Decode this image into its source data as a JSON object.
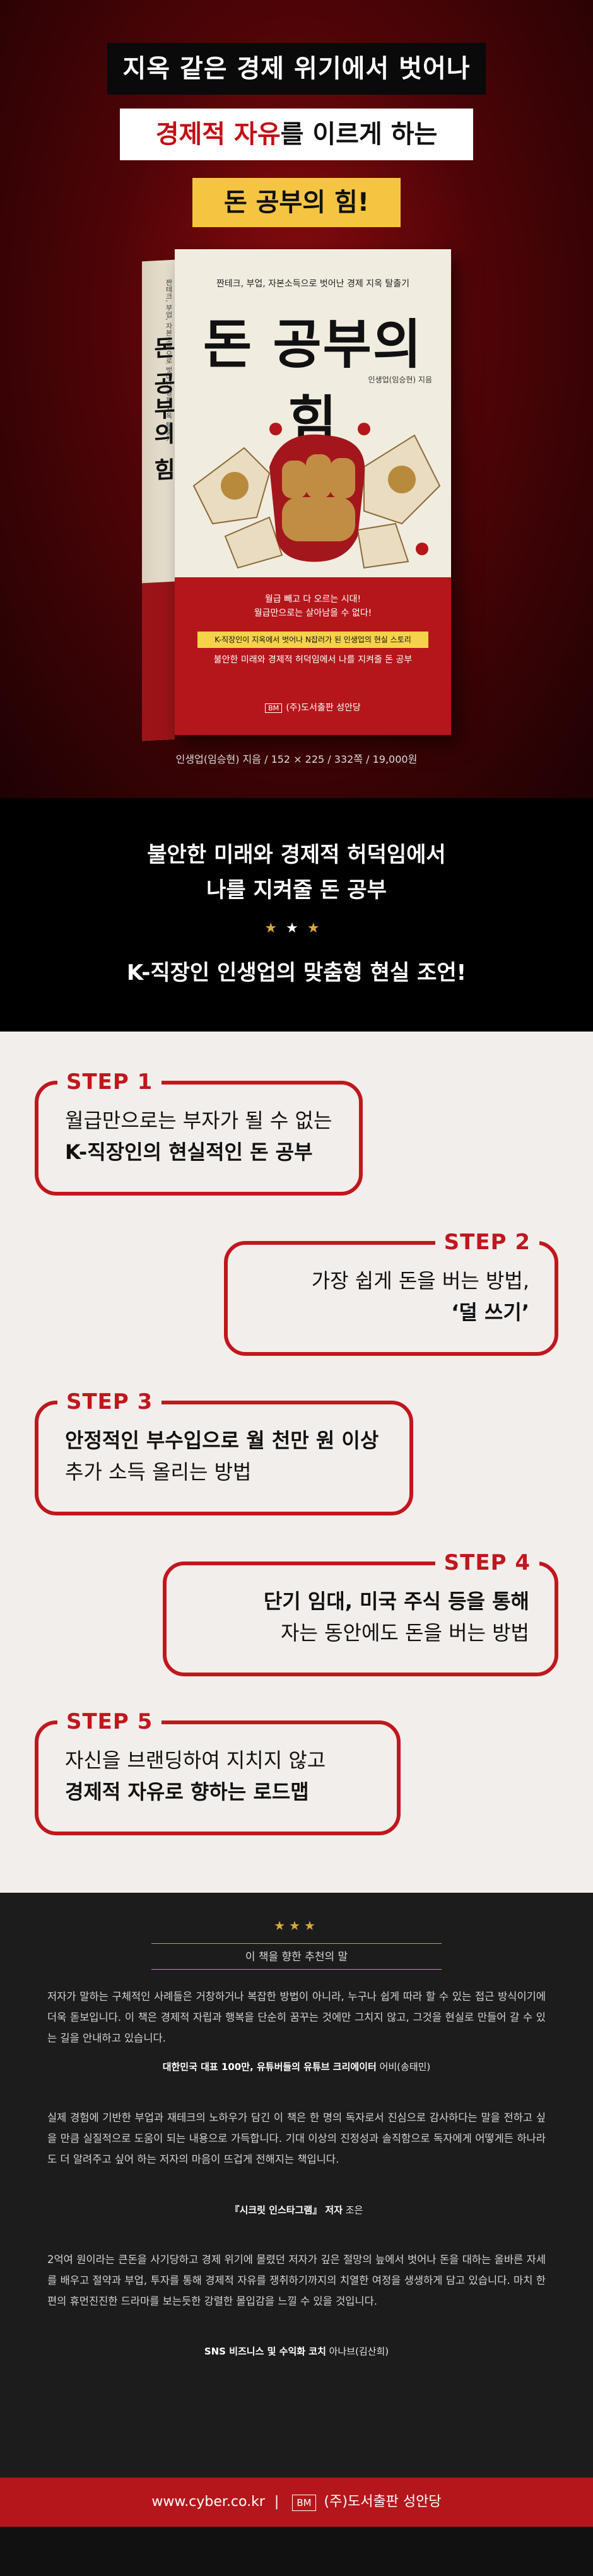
{
  "hero": {
    "banner_1": "지옥 같은 경제 위기에서 벗어나",
    "banner_2_accent": "경제적 자유",
    "banner_2_rest": "를 이르게 하는",
    "banner_3": "돈 공부의 힘!",
    "book": {
      "tagline": "짠테크, 부업, 자본소득으로 벗어난 경제 지옥 탈출기",
      "title": "돈 공부의 힘",
      "author": "인생업(임승현) 지음",
      "quote_1": "월급 빼고 다 오르는 시대!",
      "quote_2": "월급만으로는 살아남을 수 없다!",
      "band": "K-직장인이 지옥에서 벗어나 N잡러가 된 인생업의 현실 스토리",
      "desc": "불안한 미래와 경제적 허덕임에서 나를 지켜줄 돈 공부",
      "publisher_mark": "BM",
      "publisher": "(주)도서출판 성안당",
      "spine_title": "돈 공부의 힘",
      "spine_sub": "짠테크, 부업, 자본소득으로 벗어난 경제 지옥 탈출기"
    },
    "specs": "인생업(임승현) 지음 / 152 × 225 / 332쪽 / 19,000원"
  },
  "intro": {
    "line_1": "불안한 미래와 경제적 허덕임에서",
    "line_2": "나를 지켜줄 돈 공부",
    "stars": [
      "★",
      "★",
      "★"
    ],
    "subtitle": "K-직장인 인생업의 맞춤형 현실 조언!"
  },
  "steps": [
    {
      "label": "STEP 1",
      "line_1": "월급만으로는 부자가 될 수 없는",
      "line_2": "K-직장인의 현실적인 돈 공부"
    },
    {
      "label": "STEP 2",
      "line_1": "가장 쉽게 돈을 버는 방법,",
      "line_2": "‘덜 쓰기’"
    },
    {
      "label": "STEP 3",
      "line_1": "안정적인 부수입으로 월 천만 원 이상",
      "line_2": "추가 소득 올리는 방법"
    },
    {
      "label": "STEP 4",
      "line_1": "단기 임대, 미국 주식 등을 통해",
      "line_2": "자는 동안에도 돈을 버는 방법"
    },
    {
      "label": "STEP 5",
      "line_1": "자신을 브랜딩하여 지치지 않고",
      "line_2": "경제적 자유로 향하는 로드맵"
    }
  ],
  "recommendations": {
    "stars": "★★★",
    "heading": "이 책을 향한 추천의 말",
    "items": [
      {
        "text": "저자가 말하는 구체적인 사례들은 거창하거나 복잡한 방법이 아니라, 누구나 쉽게 따라 할 수 있는 접근 방식이기에 더욱 돋보입니다. 이 책은 경제적 자립과 행복을 단순히 꿈꾸는 것에만 그치지 않고, 그것을 현실로 만들어 갈 수 있는 길을 안내하고 있습니다.",
        "by_bold": "대한민국 대표 100만, 유튜버들의 유튜브 크리에이터",
        "by_name": " 어비(송태민)"
      },
      {
        "text": "실제 경험에 기반한 부업과 재테크의 노하우가 담긴 이 책은 한 명의 독자로서 진심으로 감사하다는 말을 전하고 싶을 만큼 실질적으로 도움이 되는 내용으로 가득합니다. 기대 이상의 진정성과 솔직함으로 독자에게 어떻게든 하나라도 더 알려주고 싶어 하는 저자의 마음이 뜨겁게 전해지는 책입니다.",
        "by_bold": "『시크릿 인스타그램』 저자",
        "by_name": " 조은"
      },
      {
        "text": "2억여 원이라는 큰돈을 사기당하고 경제 위기에 몰렸던 저자가 깊은 절망의 늪에서 벗어나 돈을 대하는 올바른 자세를 배우고 절약과 부업, 투자를 통해 경제적 자유를 쟁취하기까지의 치열한 여정을 생생하게 담고 있습니다. 마치 한 편의 휴먼진진한 드라마를 보는듯한 강렬한 몰입감을 느낄 수 있을 것입니다.",
        "by_bold": "SNS 비즈니스 및 수익화 코치",
        "by_name": " 아나브(김산희)"
      }
    ]
  },
  "footer": {
    "url": "www.cyber.co.kr",
    "separator": "|",
    "mark": "BM",
    "publisher": "(주)도서출판 성안당"
  }
}
